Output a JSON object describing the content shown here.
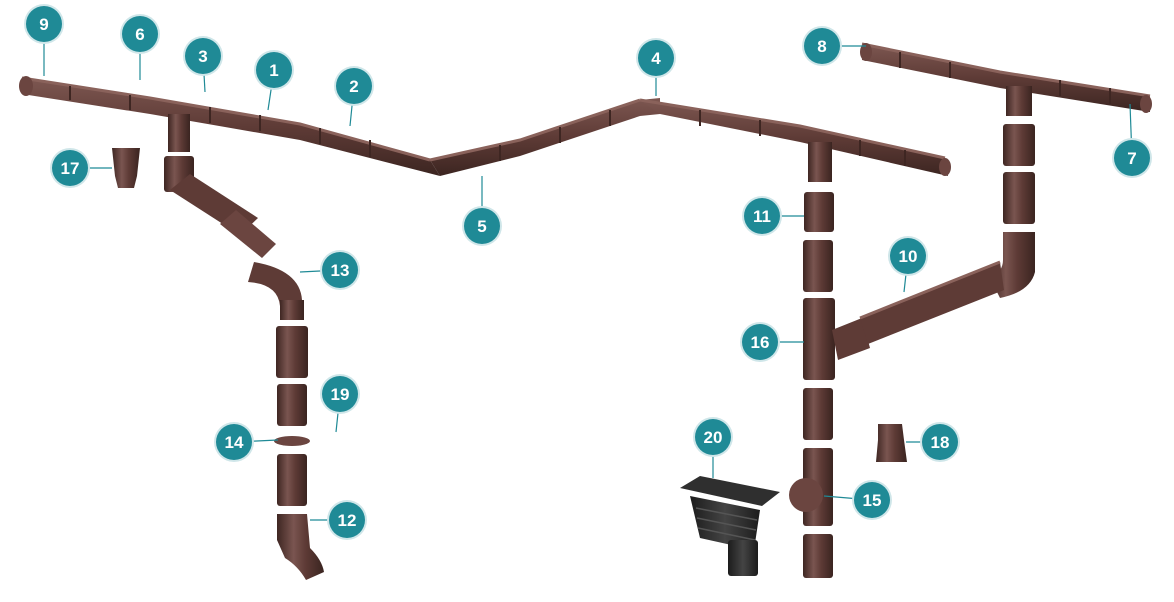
{
  "colors": {
    "pipe": "#5e3b36",
    "pipe_dark": "#3e2622",
    "pipe_light": "#8a625b",
    "badge": "#1f8a96",
    "badge_ring": "#cfe6e9",
    "leader": "#1f8a96",
    "drain_black": "#2b2b2b"
  },
  "badges": [
    {
      "id": "b9",
      "label": "9"
    },
    {
      "id": "b6",
      "label": "6"
    },
    {
      "id": "b3",
      "label": "3"
    },
    {
      "id": "b1",
      "label": "1"
    },
    {
      "id": "b2",
      "label": "2"
    },
    {
      "id": "b4",
      "label": "4"
    },
    {
      "id": "b8",
      "label": "8"
    },
    {
      "id": "b7",
      "label": "7"
    },
    {
      "id": "b17",
      "label": "17"
    },
    {
      "id": "b5",
      "label": "5"
    },
    {
      "id": "b11",
      "label": "11"
    },
    {
      "id": "b10",
      "label": "10"
    },
    {
      "id": "b13",
      "label": "13"
    },
    {
      "id": "b16",
      "label": "16"
    },
    {
      "id": "b19",
      "label": "19"
    },
    {
      "id": "b14",
      "label": "14"
    },
    {
      "id": "b18",
      "label": "18"
    },
    {
      "id": "b20",
      "label": "20"
    },
    {
      "id": "b15",
      "label": "15"
    },
    {
      "id": "b12",
      "label": "12"
    }
  ]
}
